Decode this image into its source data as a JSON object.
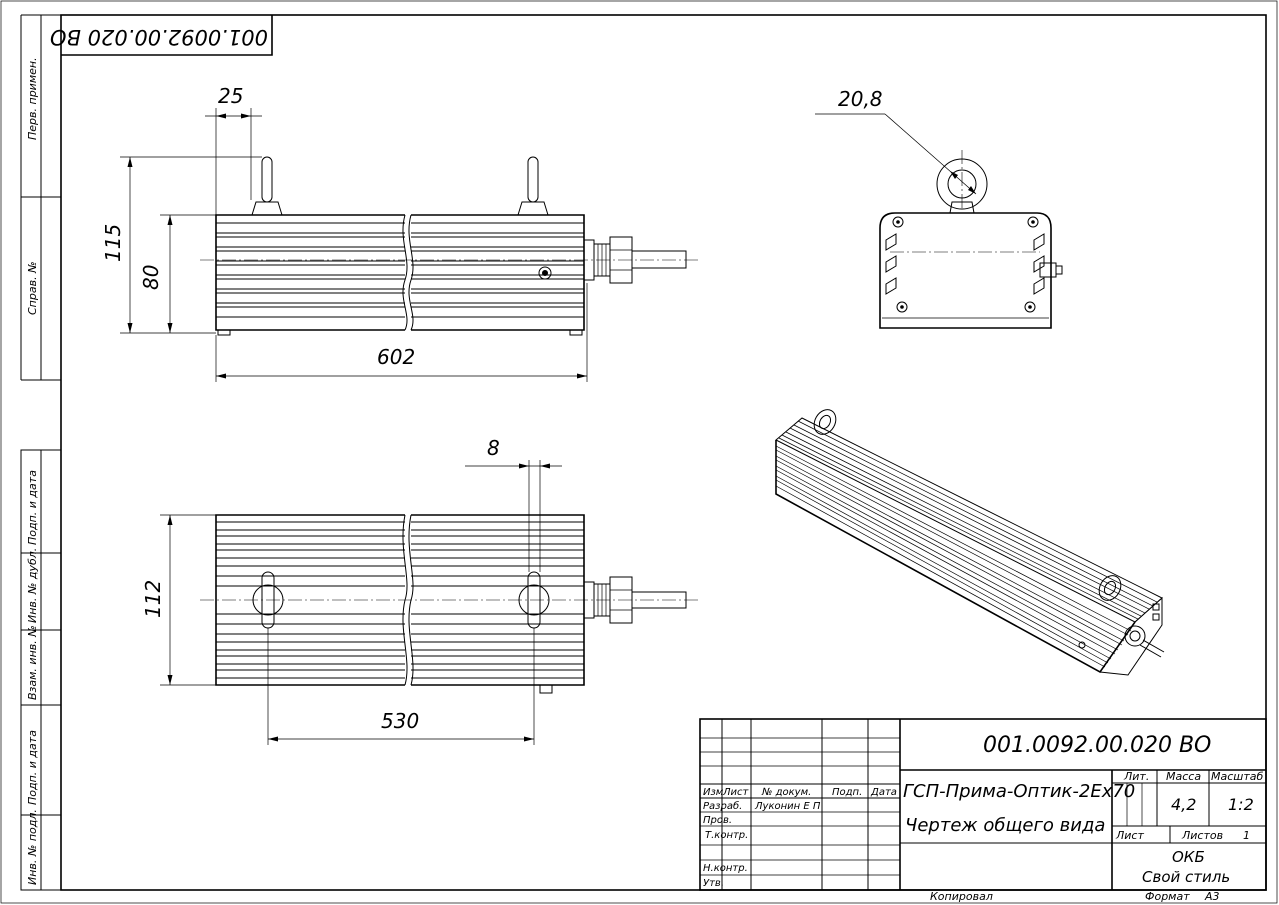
{
  "drawing": {
    "designation": "001.0092.00.020 ВО",
    "corner_designation": "001.0092.00.020 ВО",
    "title_line1": "ГСП-Прима-Оптик-2Ex70",
    "title_line2": "Чертеж общего вида",
    "organization_line1": "ОКБ",
    "organization_line2": "Свой стиль",
    "copied_label": "Копировал",
    "format_label": "Формат",
    "format_value": "А3"
  },
  "side_stamp": {
    "first_use": "Перв. примен.",
    "ref_no": "Справ. №",
    "sign_date_1": "Подп. и дата",
    "dup_inv": "Инв. № дубл.",
    "replace_inv": "Взам. инв. №",
    "sign_date_2": "Подп. и дата",
    "orig_inv": "Инв. № подл."
  },
  "title_block": {
    "col_izm": "Изм",
    "col_list": "Лист",
    "col_doc": "№ докум.",
    "col_sign": "Подп.",
    "col_date": "Дата",
    "row_developer": "Разраб.",
    "developer_name": "Луконин Е П",
    "row_checked": "Пров.",
    "row_tcontrol": "Т.контр.",
    "row_ncontrol": "Н.контр.",
    "row_approved": "Утв.",
    "lit_label": "Лит.",
    "mass_label": "Масса",
    "scale_label": "Масштаб",
    "mass_value": "4,2",
    "scale_value": "1:2",
    "sheet_label": "Лист",
    "sheets_label": "Листов",
    "sheets_value": "1"
  },
  "dimensions": {
    "eye_offset": "25",
    "height_total": "115",
    "height_body": "80",
    "length_total": "602",
    "eye_diameter": "20,8",
    "eye_thickness": "8",
    "width_body": "112",
    "eye_spacing": "530"
  },
  "colors": {
    "line": "#000000",
    "paper": "#ffffff"
  }
}
